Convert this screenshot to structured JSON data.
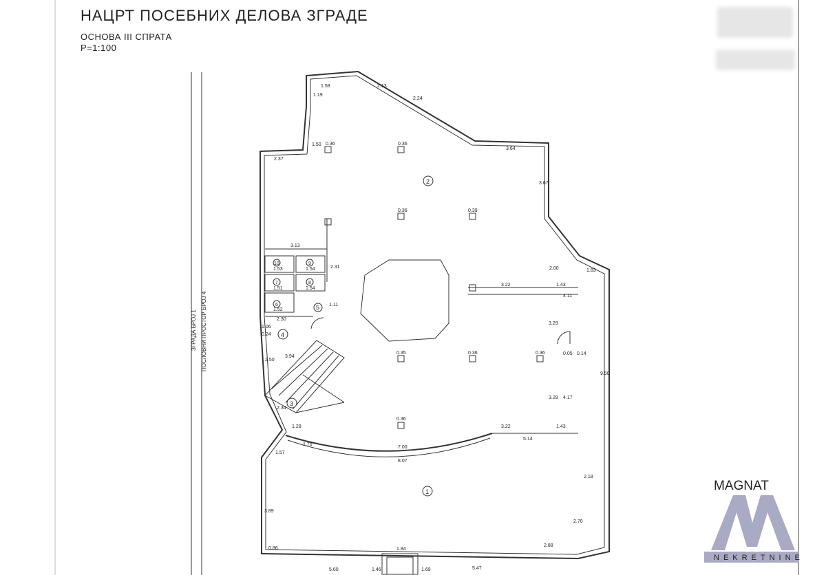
{
  "header": {
    "title": "НАЦРТ ПОСЕБНИХ ДЕЛОВА ЗГРАДЕ",
    "subtitle": "ОСНОВА III СПРАТА",
    "scale": "P=1:100"
  },
  "side_labels": {
    "building": "ЗГРАДА БРОЈ 1",
    "business_space": "ПОСЛОВНИ ПРОСТОР БРОЈ 4"
  },
  "rooms": [
    "1",
    "2",
    "3",
    "4",
    "5",
    "6",
    "7",
    "8",
    "9",
    "10"
  ],
  "dimensions": {
    "top_1_58": "1.58",
    "top_2_13": "2.13",
    "top_1_19": "1.19",
    "top_2_24": "2.24",
    "top_3_64": "3.64",
    "top_3_67": "3.67",
    "top_2_37": "2.37",
    "top_1_50": "1.50",
    "col_0_36": "0.36",
    "col_0_39": "0.39",
    "col_0_35": "0.35",
    "r_3_13": "3.13",
    "r_1_53": "1.53",
    "r_1_54": "1.54",
    "r_1_51": "1.51",
    "r_1_52": "1.52",
    "r_2_31": "2.31",
    "r_2_30": "2.30",
    "r_1_11": "1.11",
    "r_2_50": "2.50",
    "r_2_34": "2.34",
    "r_3_22": "3.22",
    "r_1_43": "1.43",
    "r_2_00": "2.00",
    "r_4_11": "4.11",
    "r_3_29": "3.29",
    "r_4_17": "4.17",
    "r_9_50": "9.50",
    "r_1_83": "1.83",
    "r_7_00": "7.00",
    "r_8_07": "8.07",
    "r_5_14": "5.14",
    "r_1_28": "1.28",
    "r_1_76": "1.76",
    "r_1_57": "1.57",
    "r_3_89": "3.89",
    "r_0_86": "0.86",
    "r_5_60": "5.60",
    "r_1_84": "1.84",
    "r_5_47": "5.47",
    "r_2_88": "2.88",
    "r_2_70": "2.70",
    "r_2_18": "2.18",
    "r_1_46": "1.46",
    "r_1_69": "1.69",
    "r_3_94": "3.94",
    "r_0_24": "0.24",
    "r_1_06": "1.06",
    "r_0_05": "0.05",
    "r_0_14": "0.14"
  },
  "logo": {
    "name": "MAGNAT",
    "tagline": "NEKRETNINE",
    "color": "#a9abc4"
  }
}
